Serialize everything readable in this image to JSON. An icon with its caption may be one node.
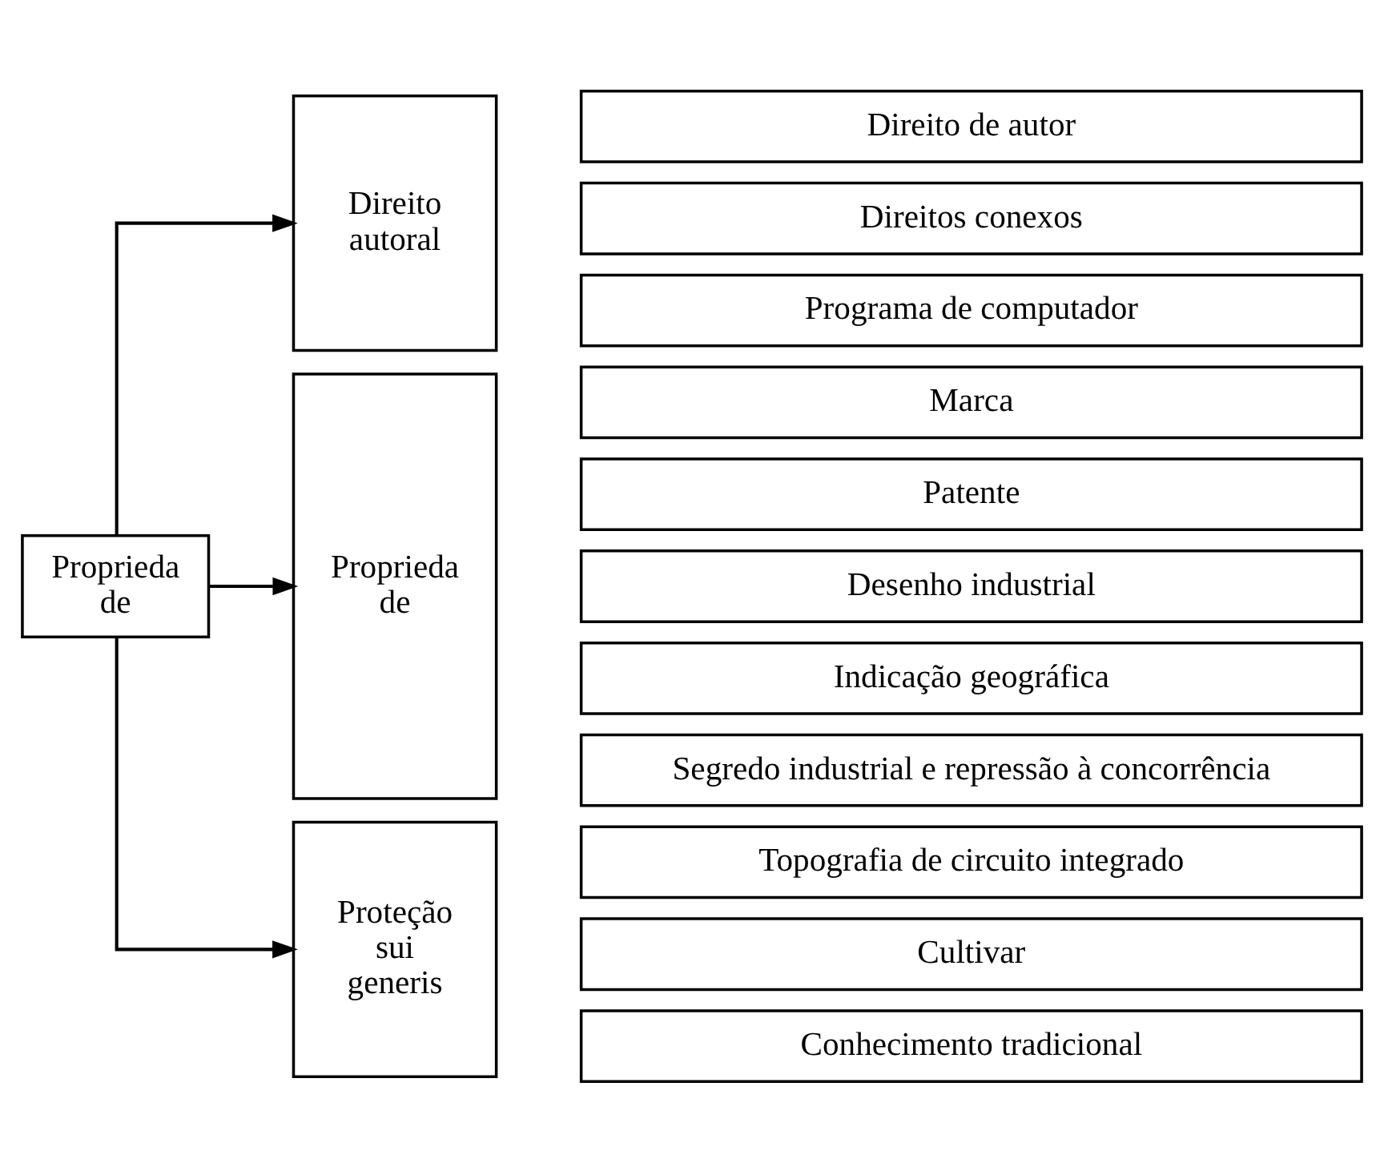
{
  "diagram": {
    "nodes": [
      {
        "text": [
          "Proprieda de"
        ]
      },
      {
        "text": [
          "Direito autoral"
        ]
      },
      {
        "text": [
          "Direito de autor"
        ]
      },
      {
        "text": [
          "Direitos conexos"
        ]
      },
      {
        "text": [
          "Programa de computador"
        ]
      },
      {
        "text": [
          "Proprieda de"
        ]
      },
      {
        "text": [
          "Marca"
        ]
      },
      {
        "text": [
          "Patente"
        ]
      },
      {
        "text": [
          "Desenho industrial"
        ]
      },
      {
        "text": [
          "Indicação geográfica"
        ]
      },
      {
        "text": [
          "Segredo industrial e repressão à concorrência"
        ]
      },
      {
        "text": [
          "Proteção sui generis"
        ]
      },
      {
        "text": [
          "Topografia de circuito integrado"
        ]
      },
      {
        "text": [
          "Cultivar"
        ]
      },
      {
        "text": [
          "Conhecimento tradicional"
        ]
      }
    ],
    "edges": [
      {
        "from": 0,
        "to": 1,
        "arrow": "to"
      },
      {
        "from": 0,
        "to": 5,
        "arrow": "to"
      },
      {
        "from": 0,
        "to": 11,
        "arrow": "to"
      }
    ]
  }
}
